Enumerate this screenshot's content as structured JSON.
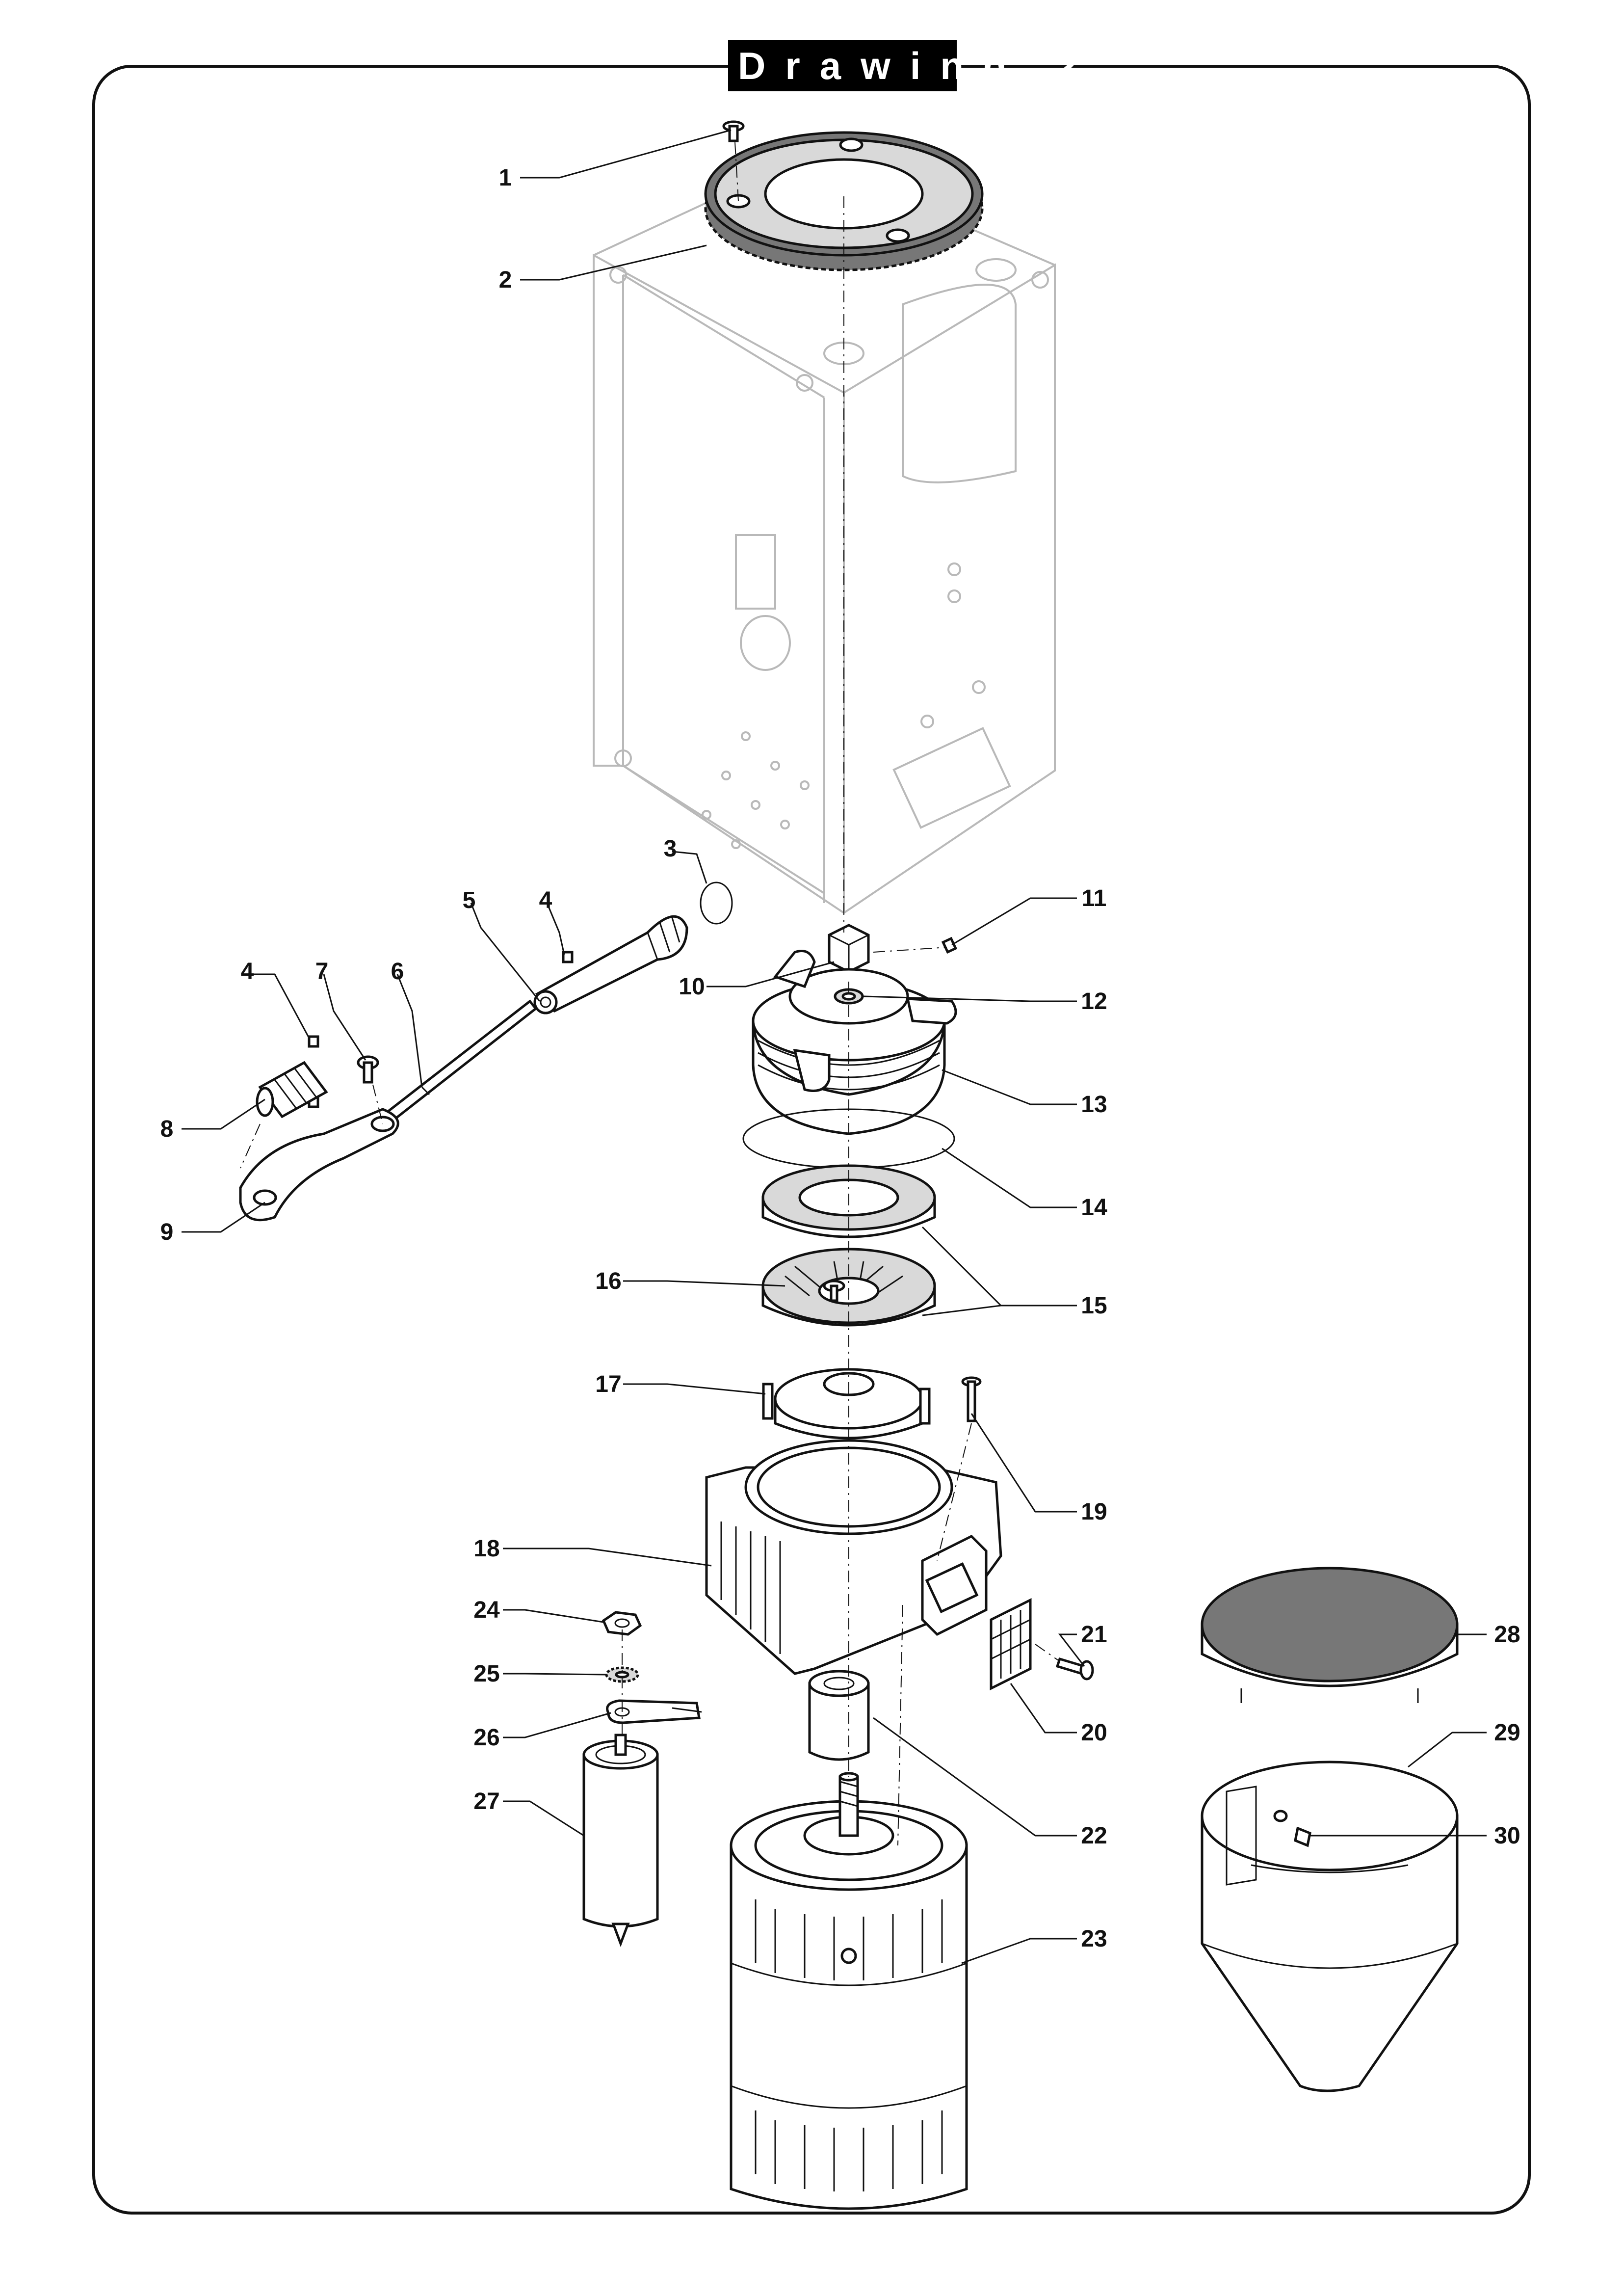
{
  "title": "Drawing 2",
  "parts": [
    {
      "id": "label-1",
      "number": "1"
    },
    {
      "id": "label-2",
      "number": "2"
    },
    {
      "id": "label-3",
      "number": "3"
    },
    {
      "id": "label-4a",
      "number": "4"
    },
    {
      "id": "label-4b",
      "number": "4"
    },
    {
      "id": "label-5",
      "number": "5"
    },
    {
      "id": "label-6",
      "number": "6"
    },
    {
      "id": "label-7",
      "number": "7"
    },
    {
      "id": "label-8",
      "number": "8"
    },
    {
      "id": "label-9",
      "number": "9"
    },
    {
      "id": "label-10",
      "number": "10"
    },
    {
      "id": "label-11",
      "number": "11"
    },
    {
      "id": "label-12",
      "number": "12"
    },
    {
      "id": "label-13",
      "number": "13"
    },
    {
      "id": "label-14",
      "number": "14"
    },
    {
      "id": "label-15",
      "number": "15"
    },
    {
      "id": "label-16",
      "number": "16"
    },
    {
      "id": "label-17",
      "number": "17"
    },
    {
      "id": "label-18",
      "number": "18"
    },
    {
      "id": "label-19",
      "number": "19"
    },
    {
      "id": "label-20",
      "number": "20"
    },
    {
      "id": "label-21",
      "number": "21"
    },
    {
      "id": "label-22",
      "number": "22"
    },
    {
      "id": "label-23",
      "number": "23"
    },
    {
      "id": "label-24",
      "number": "24"
    },
    {
      "id": "label-25",
      "number": "25"
    },
    {
      "id": "label-26",
      "number": "26"
    },
    {
      "id": "label-27",
      "number": "27"
    },
    {
      "id": "label-28",
      "number": "28"
    },
    {
      "id": "label-29",
      "number": "29"
    },
    {
      "id": "label-30",
      "number": "30"
    }
  ],
  "colors": {
    "ink": "#111111",
    "ghost": "#b9b9b9",
    "lid": "#777777"
  }
}
